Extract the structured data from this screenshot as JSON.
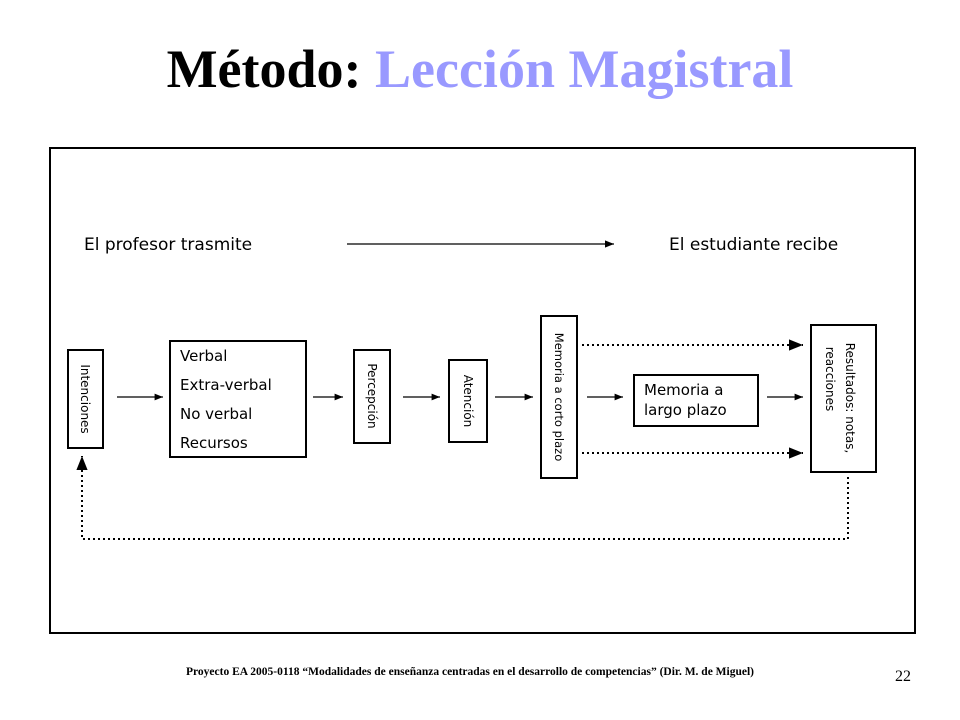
{
  "title": {
    "prefix": "Método:",
    "accent": "Lección Magistral",
    "accent_color": "#9999ff"
  },
  "diagram": {
    "sender_label": "El profesor trasmite",
    "receiver_label": "El estudiante recibe",
    "nodes": {
      "intenciones": "Intenciones",
      "channels": [
        "Verbal",
        "Extra-verbal",
        "No verbal",
        "Recursos"
      ],
      "percepcion": "Percepción",
      "atencion": "Atención",
      "memoria_corto": "Memoria a corto plazo",
      "memoria_largo": [
        "Memoria a",
        "largo plazo"
      ],
      "resultados": [
        "Resultados: notas,",
        "reacciones"
      ]
    }
  },
  "footer": {
    "text": "Proyecto EA  2005-0118  “Modalidades de enseñanza centradas en el desarrollo de competencias”  (Dir. M. de Miguel)"
  },
  "page_number": "22"
}
